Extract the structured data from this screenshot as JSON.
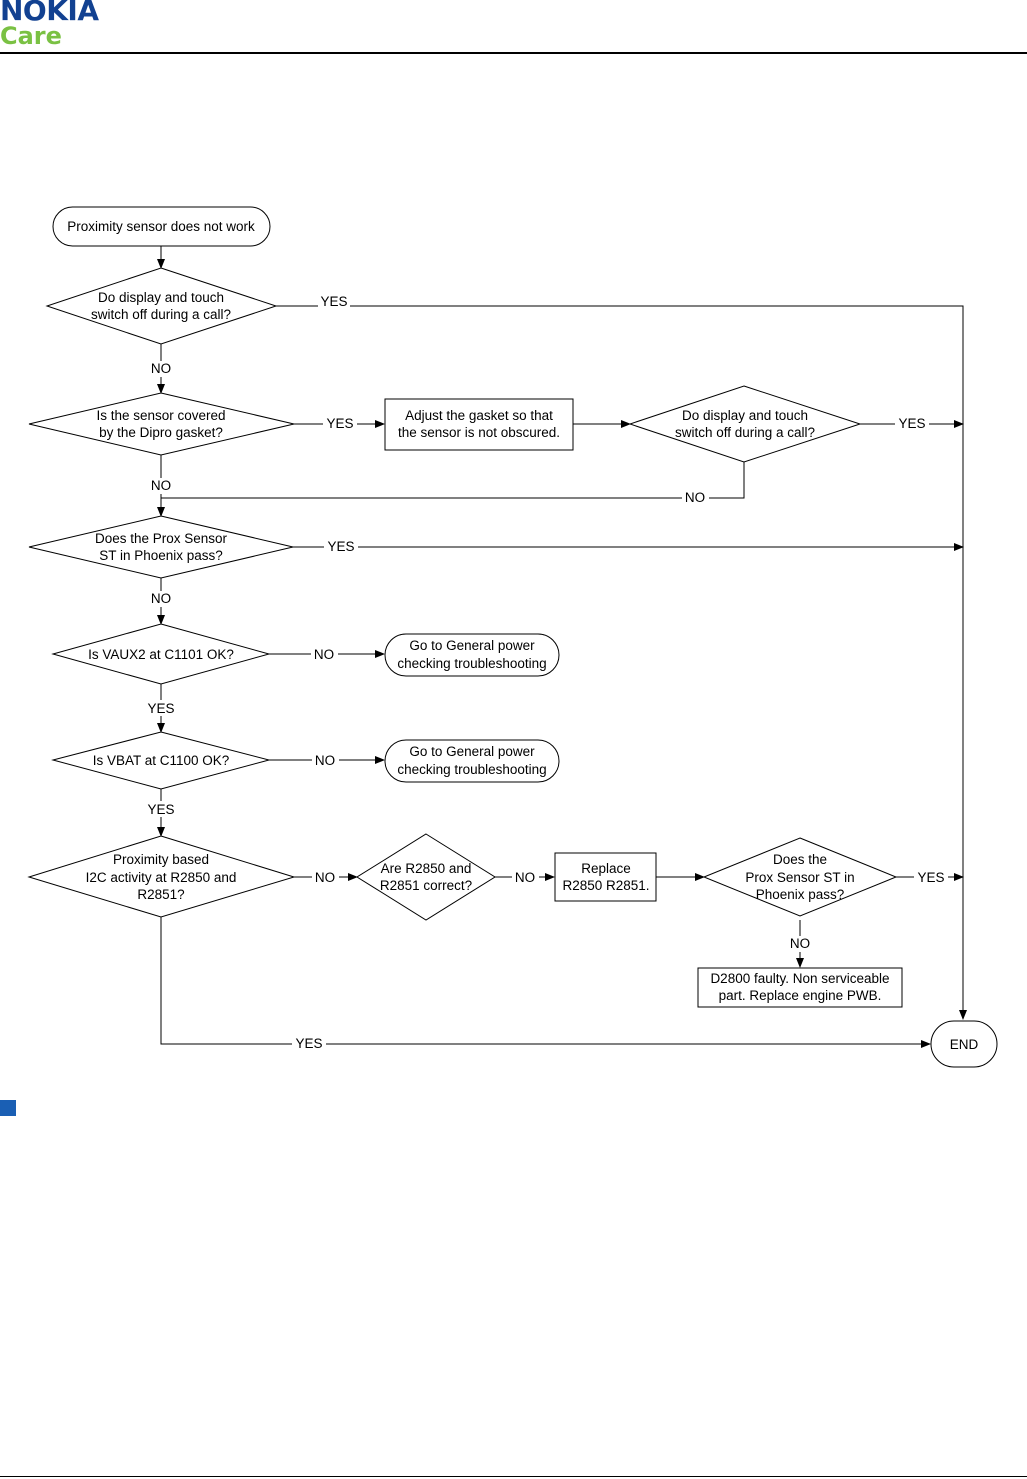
{
  "brand": {
    "name": "NOKIA",
    "sub": "Care",
    "primary_color": "#124191",
    "secondary_color": "#7ac143"
  },
  "marker_color": "#1a5fb4",
  "flowchart": {
    "start": "Proximity sensor does not work",
    "q_display_off_1": [
      "Do display and touch",
      "switch off during a call?"
    ],
    "q_sensor_covered": [
      "Is the sensor covered",
      "by the Dipro gasket?"
    ],
    "adjust_gasket": [
      "Adjust the gasket so that",
      "the sensor is not obscured."
    ],
    "q_display_off_2": [
      "Do display and touch",
      "switch off during a call?"
    ],
    "q_prox_pass_1": [
      "Does the Prox Sensor",
      "ST in Phoenix pass?"
    ],
    "q_vaux2": "Is VAUX2 at C1101 OK?",
    "goto_power_1": [
      "Go to General power",
      "checking troubleshooting"
    ],
    "q_vbat": "Is VBAT at C1100 OK?",
    "goto_power_2": [
      "Go to General power",
      "checking troubleshooting"
    ],
    "q_i2c": [
      "Proximity based",
      "I2C activity at R2850 and",
      "R2851?"
    ],
    "q_resistors": [
      "Are R2850 and",
      "R2851 correct?"
    ],
    "replace_resistors": [
      "Replace",
      "R2850 R2851."
    ],
    "q_prox_pass_2": [
      "Does the",
      "Prox Sensor ST in",
      "Phoenix pass?"
    ],
    "d2800_faulty": [
      "D2800 faulty. Non serviceable",
      "part. Replace engine PWB."
    ],
    "end": "END",
    "yes": "YES",
    "no": "NO"
  }
}
